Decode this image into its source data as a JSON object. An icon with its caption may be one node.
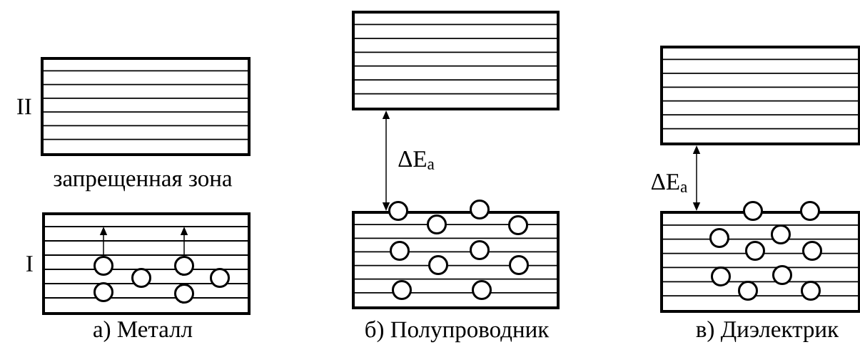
{
  "diagram": {
    "nodes": [
      {
        "text": [],
        "shape": "box",
        "beside": [
          "II"
        ]
      },
      {
        "text": [],
        "shape": "box",
        "beside": [
          "I"
        ]
      },
      {
        "text": [],
        "shape": "box"
      },
      {
        "text": [],
        "shape": "box"
      },
      {
        "text": [],
        "shape": "box"
      },
      {
        "text": [],
        "shape": "box"
      }
    ],
    "edges": [
      {
        "from": 2,
        "to": 3,
        "arrow": "both",
        "label": "ΔE$_{a}$"
      },
      {
        "from": 4,
        "to": 5,
        "arrow": "both",
        "label": "ΔE$_{a}$"
      }
    ],
    "labels": [
      "запрещенная зона",
      "а) Металл",
      "б) Полупроводник",
      "в) Диэлектрик"
    ]
  }
}
